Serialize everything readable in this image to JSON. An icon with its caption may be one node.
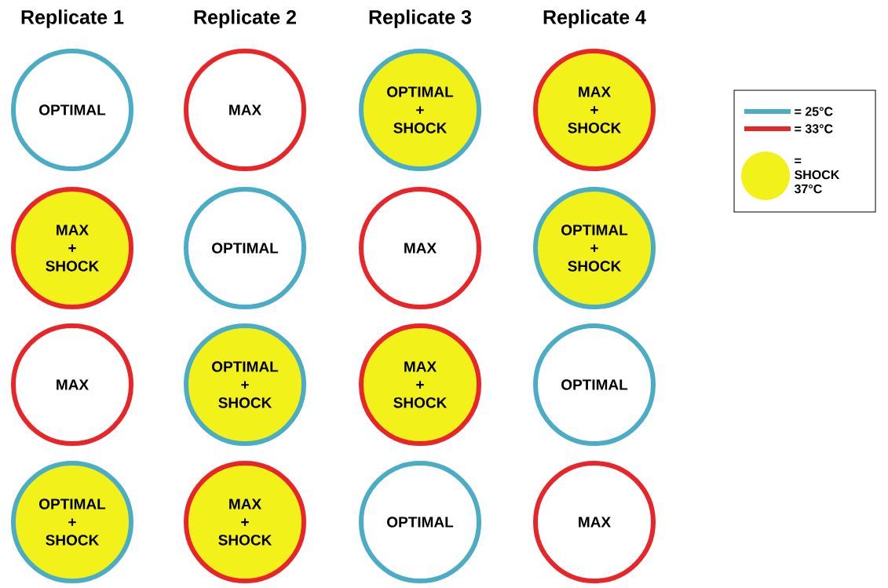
{
  "diagram": {
    "nodes": [
      {
        "text": [
          "OPTIMAL"
        ]
      },
      {
        "text": [
          "MAX"
        ]
      },
      {
        "text": [
          "OPTIMAL + SHOCK"
        ]
      },
      {
        "text": [
          "MAX + SHOCK"
        ]
      },
      {
        "text": [
          "MAX + SHOCK"
        ]
      },
      {
        "text": [
          "OPTIMAL"
        ]
      },
      {
        "text": [
          "MAX"
        ]
      },
      {
        "text": [
          "OPTIMAL + SHOCK"
        ]
      },
      {
        "text": [
          "MAX"
        ]
      },
      {
        "text": [
          "OPTIMAL + SHOCK"
        ]
      },
      {
        "text": [
          "MAX + SHOCK"
        ]
      },
      {
        "text": [
          "OPTIMAL"
        ]
      },
      {
        "text": [
          "OPTIMAL + SHOCK"
        ]
      },
      {
        "text": [
          "MAX + SHOCK"
        ]
      },
      {
        "text": [
          "OPTIMAL"
        ]
      },
      {
        "text": [
          "MAX"
        ]
      }
    ],
    "labels": [
      "Replicate 1",
      "Replicate 2",
      "Replicate 3",
      "Replicate 4"
    ],
    "legend": [
      {
        "text": "= 25°C"
      },
      {
        "text": "= 33°C"
      },
      {
        "text": "= SHOCK 37°C",
        "color": "#f2f21a"
      }
    ]
  }
}
